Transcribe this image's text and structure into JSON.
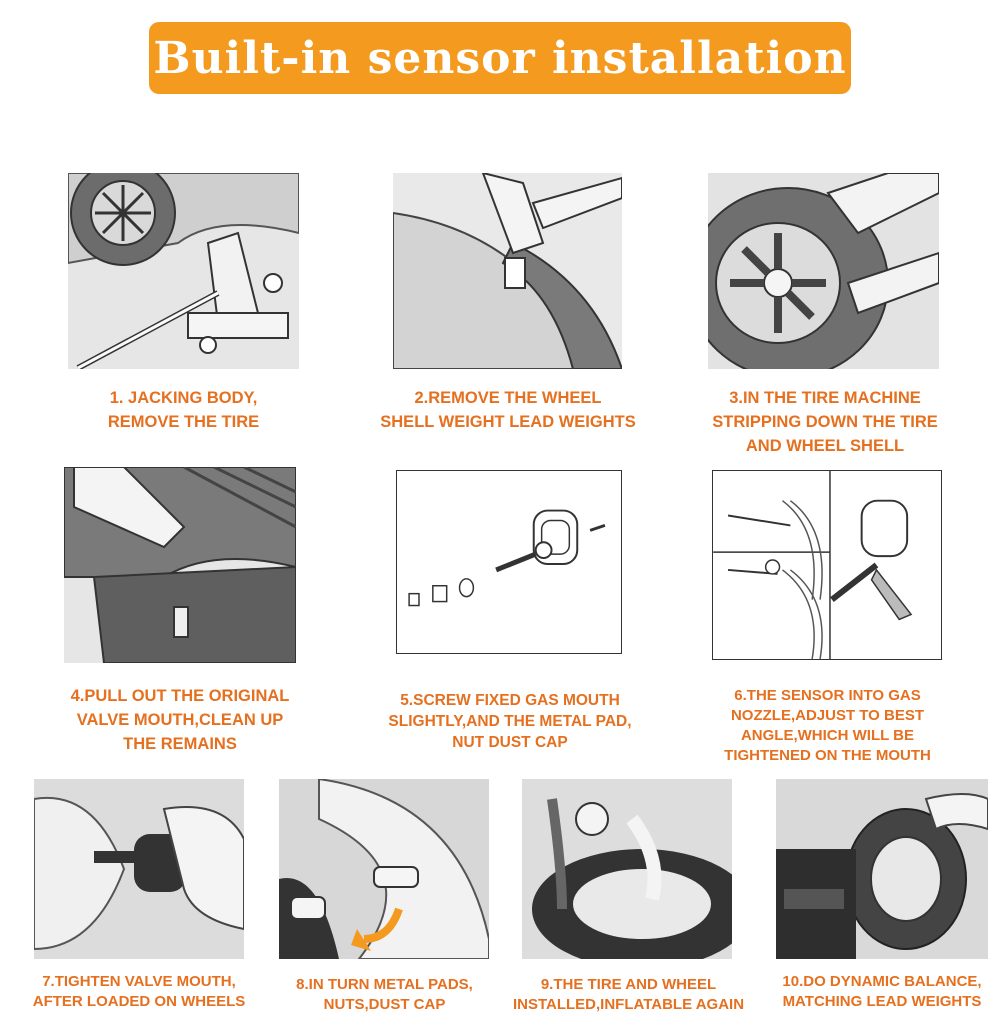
{
  "title": "Built-in sensor installation",
  "colors": {
    "banner": "#f39a1f",
    "caption": "#e5701f",
    "title_text": "#ffffff"
  },
  "steps": [
    {
      "lines": [
        "1. JACKING BODY,",
        "REMOVE THE TIRE"
      ]
    },
    {
      "lines": [
        "2.REMOVE THE WHEEL",
        "SHELL WEIGHT LEAD WEIGHTS"
      ]
    },
    {
      "lines": [
        "3.IN THE TIRE MACHINE",
        "STRIPPING DOWN THE TIRE",
        "AND WHEEL SHELL"
      ]
    },
    {
      "lines": [
        "4.PULL OUT THE ORIGINAL",
        "VALVE MOUTH,CLEAN UP",
        "THE REMAINS"
      ]
    },
    {
      "lines": [
        "5.SCREW FIXED GAS MOUTH",
        "SLIGHTLY,AND THE METAL PAD,",
        "NUT DUST CAP"
      ]
    },
    {
      "lines": [
        "6.THE SENSOR INTO GAS",
        "NOZZLE,ADJUST TO BEST",
        "ANGLE,WHICH WILL BE",
        "TIGHTENED ON THE MOUTH"
      ]
    },
    {
      "lines": [
        "7.TIGHTEN VALVE MOUTH,",
        "AFTER LOADED ON WHEELS"
      ]
    },
    {
      "lines": [
        "8.IN TURN METAL PADS,",
        "NUTS,DUST CAP"
      ]
    },
    {
      "lines": [
        "9.THE TIRE AND WHEEL",
        "INSTALLED,INFLATABLE AGAIN"
      ]
    },
    {
      "lines": [
        "10.DO DYNAMIC BALANCE,",
        "MATCHING LEAD WEIGHTS"
      ]
    }
  ]
}
